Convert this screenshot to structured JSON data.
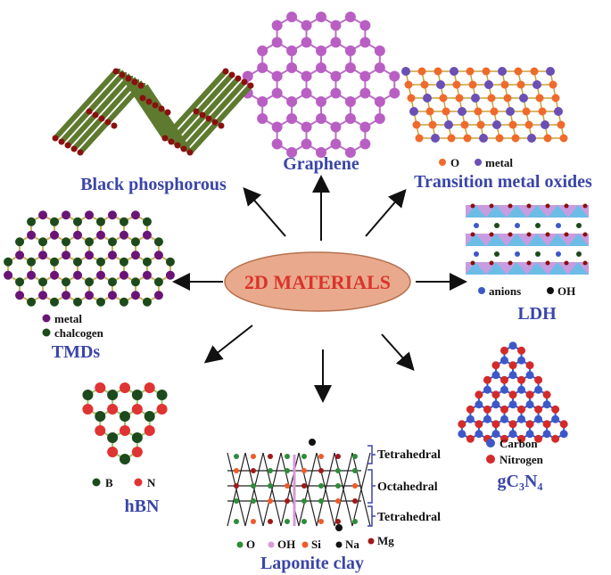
{
  "center": {
    "label": "2D MATERIALS"
  },
  "colors": {
    "title": "#3a45a8",
    "center_fill": "#e9a98d",
    "center_text": "#d9342b",
    "graphene": "#b95fc4",
    "oxide_o": "#ef6a2c",
    "oxide_metal": "#6b4fb5",
    "tmd_metal": "#6a1478",
    "tmd_chalcogen": "#1d4a1d",
    "hbn_b": "#1d4a1d",
    "hbn_n": "#e03333",
    "gcn_carbon": "#3d58c8",
    "gcn_nitrogen": "#d42a2a",
    "phosphorus_plate": "#5e7a2f",
    "phosphorus_atom": "#8a1010"
  },
  "materials": {
    "graphene": {
      "title": "Graphene"
    },
    "black_phosphorous": {
      "title": "Black phosphorous"
    },
    "tmo": {
      "title": "Transition metal oxides",
      "legend": [
        "O",
        "metal"
      ]
    },
    "ldh": {
      "title": "LDH",
      "legend": [
        "anions",
        "OH"
      ]
    },
    "tmds": {
      "title": "TMDs",
      "legend": [
        "metal",
        "chalcogen"
      ]
    },
    "hbn": {
      "title": "hBN",
      "legend": [
        "B",
        "N"
      ]
    },
    "gcn": {
      "title": "gC₃N₄",
      "legend": [
        "Carbon",
        "Nitrogen"
      ]
    },
    "laponite": {
      "title": "Laponite clay",
      "layers": [
        "Tetrahedral",
        "Octahedral",
        "Tetrahedral"
      ],
      "legend": [
        "O",
        "OH",
        "Si",
        "Na",
        "Mg"
      ]
    }
  }
}
